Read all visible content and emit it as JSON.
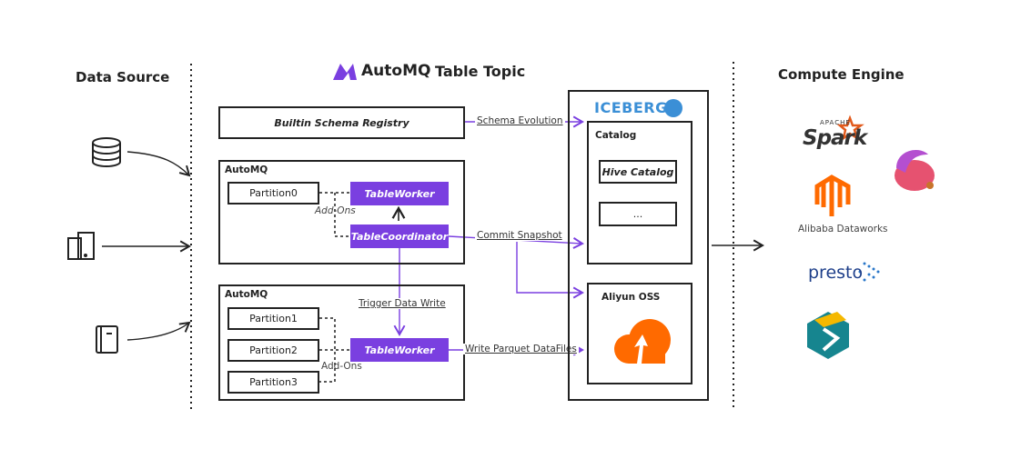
{
  "titles": {
    "data_source": "Data Source",
    "compute_engine": "Compute Engine",
    "brand": "AutoMQ",
    "topic": "Table Topic"
  },
  "schema_registry": "Builtin Schema Registry",
  "automq1": {
    "label": "AutoMQ",
    "partition": "Partition0",
    "worker": "TableWorker",
    "coordinator": "TableCoordinator",
    "addons": "Add-Ons"
  },
  "automq2": {
    "label": "AutoMQ",
    "partitions": [
      "Partition1",
      "Partition2",
      "Partition3"
    ],
    "worker": "TableWorker",
    "addons": "Add-Ons"
  },
  "edges": {
    "schema": "Schema Evolution",
    "commit": "Commit Snapshot",
    "trigger": "Trigger Data Write",
    "write": "Write Parquet DataFiles"
  },
  "iceberg": {
    "logo": "ICEBERG",
    "catalog": "Catalog",
    "hive": "Hive Catalog",
    "more": "...",
    "oss": "Aliyun OSS"
  },
  "engines": {
    "spark": "Spark",
    "spark_apache": "APACHE",
    "dataworks": "Alibaba Dataworks",
    "presto": "presto"
  },
  "sources": [
    "database-icon",
    "tablet-icon",
    "book-icon"
  ],
  "colors": {
    "accent": "#7a3fe0",
    "oss": "#ff6a00",
    "iceberg": "#3b8fd6"
  }
}
